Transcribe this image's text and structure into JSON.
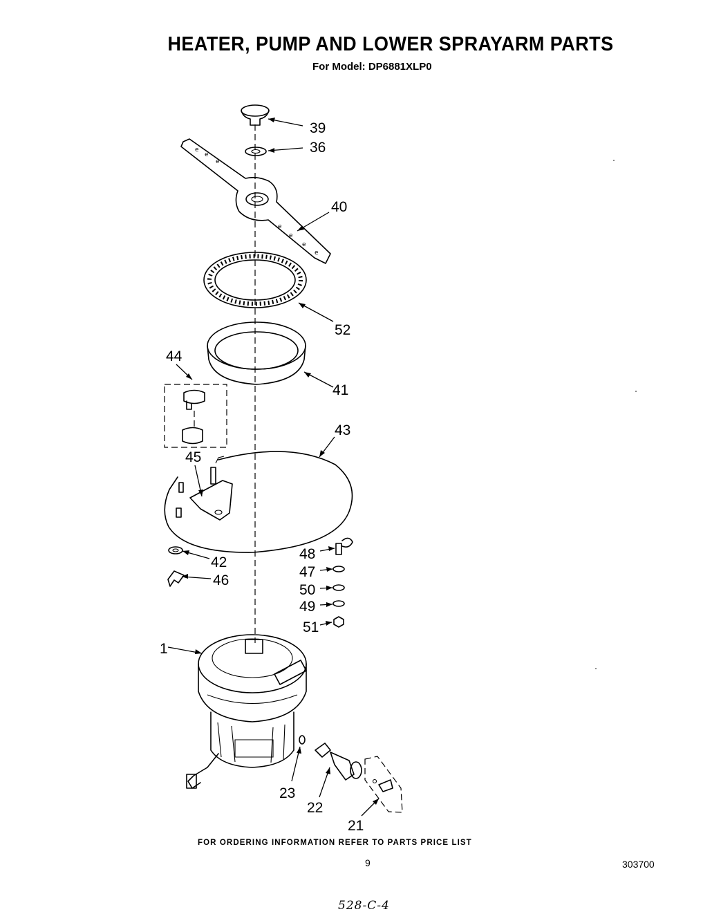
{
  "title": "HEATER, PUMP AND LOWER SPRAYARM PARTS",
  "subtitle": "For Model: DP6881XLP0",
  "footer": "FOR ORDERING INFORMATION REFER TO PARTS PRICE LIST",
  "page_number": "9",
  "document_number": "303700",
  "handwritten_note": "528-C-4",
  "callouts": [
    {
      "id": "39",
      "part": "sprayarm-cap"
    },
    {
      "id": "36",
      "part": "washer"
    },
    {
      "id": "40",
      "part": "lower-sprayarm"
    },
    {
      "id": "52",
      "part": "strainer-ring"
    },
    {
      "id": "41",
      "part": "seal-ring"
    },
    {
      "id": "44",
      "part": "thermostat-assembly"
    },
    {
      "id": "43",
      "part": "heater-element"
    },
    {
      "id": "45",
      "part": "heater-bracket"
    },
    {
      "id": "42",
      "part": "grommet"
    },
    {
      "id": "46",
      "part": "clip"
    },
    {
      "id": "48",
      "part": "terminal"
    },
    {
      "id": "47",
      "part": "washer"
    },
    {
      "id": "50",
      "part": "washer"
    },
    {
      "id": "49",
      "part": "washer"
    },
    {
      "id": "51",
      "part": "nut"
    },
    {
      "id": "1",
      "part": "pump-and-motor-assembly"
    },
    {
      "id": "23",
      "part": "o-ring"
    },
    {
      "id": "22",
      "part": "solenoid-valve"
    },
    {
      "id": "21",
      "part": "valve-clip"
    }
  ]
}
